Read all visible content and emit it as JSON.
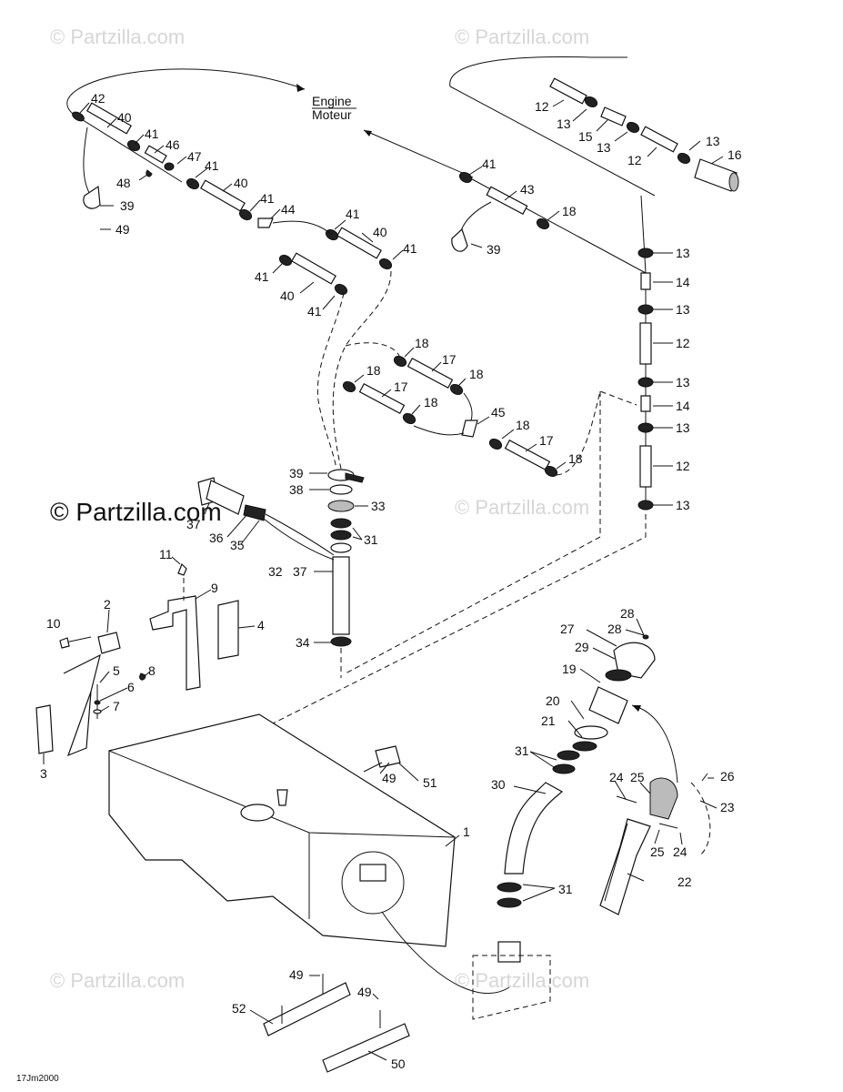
{
  "watermarks": [
    "© Partzilla.com",
    "© Partzilla.com",
    "© Partzilla.com",
    "© Partzilla.com",
    "© Partzilla.com",
    "© Partzilla.com",
    "© Partzilla.com"
  ],
  "brand_watermark": "© Partzilla.com",
  "engine_label": "Engine",
  "moteur_label": "Moteur",
  "diagram_code": "17Jm2000",
  "callouts": [
    "42",
    "40",
    "41",
    "46",
    "47",
    "48",
    "41",
    "40",
    "41",
    "44",
    "39",
    "49",
    "41",
    "40",
    "41",
    "41",
    "40",
    "41",
    "41",
    "43",
    "18",
    "39",
    "12",
    "13",
    "15",
    "13",
    "12",
    "13",
    "16",
    "13",
    "14",
    "13",
    "12",
    "13",
    "14",
    "13",
    "12",
    "13",
    "18",
    "17",
    "18",
    "18",
    "17",
    "18",
    "45",
    "18",
    "17",
    "18",
    "39",
    "38",
    "33",
    "31",
    "37",
    "36",
    "35",
    "32",
    "37",
    "34",
    "11",
    "9",
    "2",
    "4",
    "10",
    "5",
    "8",
    "6",
    "7",
    "3",
    "28",
    "27",
    "28",
    "29",
    "19",
    "20",
    "21",
    "31",
    "30",
    "24",
    "25",
    "26",
    "23",
    "25",
    "24",
    "22",
    "31",
    "49",
    "51",
    "1",
    "49",
    "49",
    "52",
    "50"
  ]
}
